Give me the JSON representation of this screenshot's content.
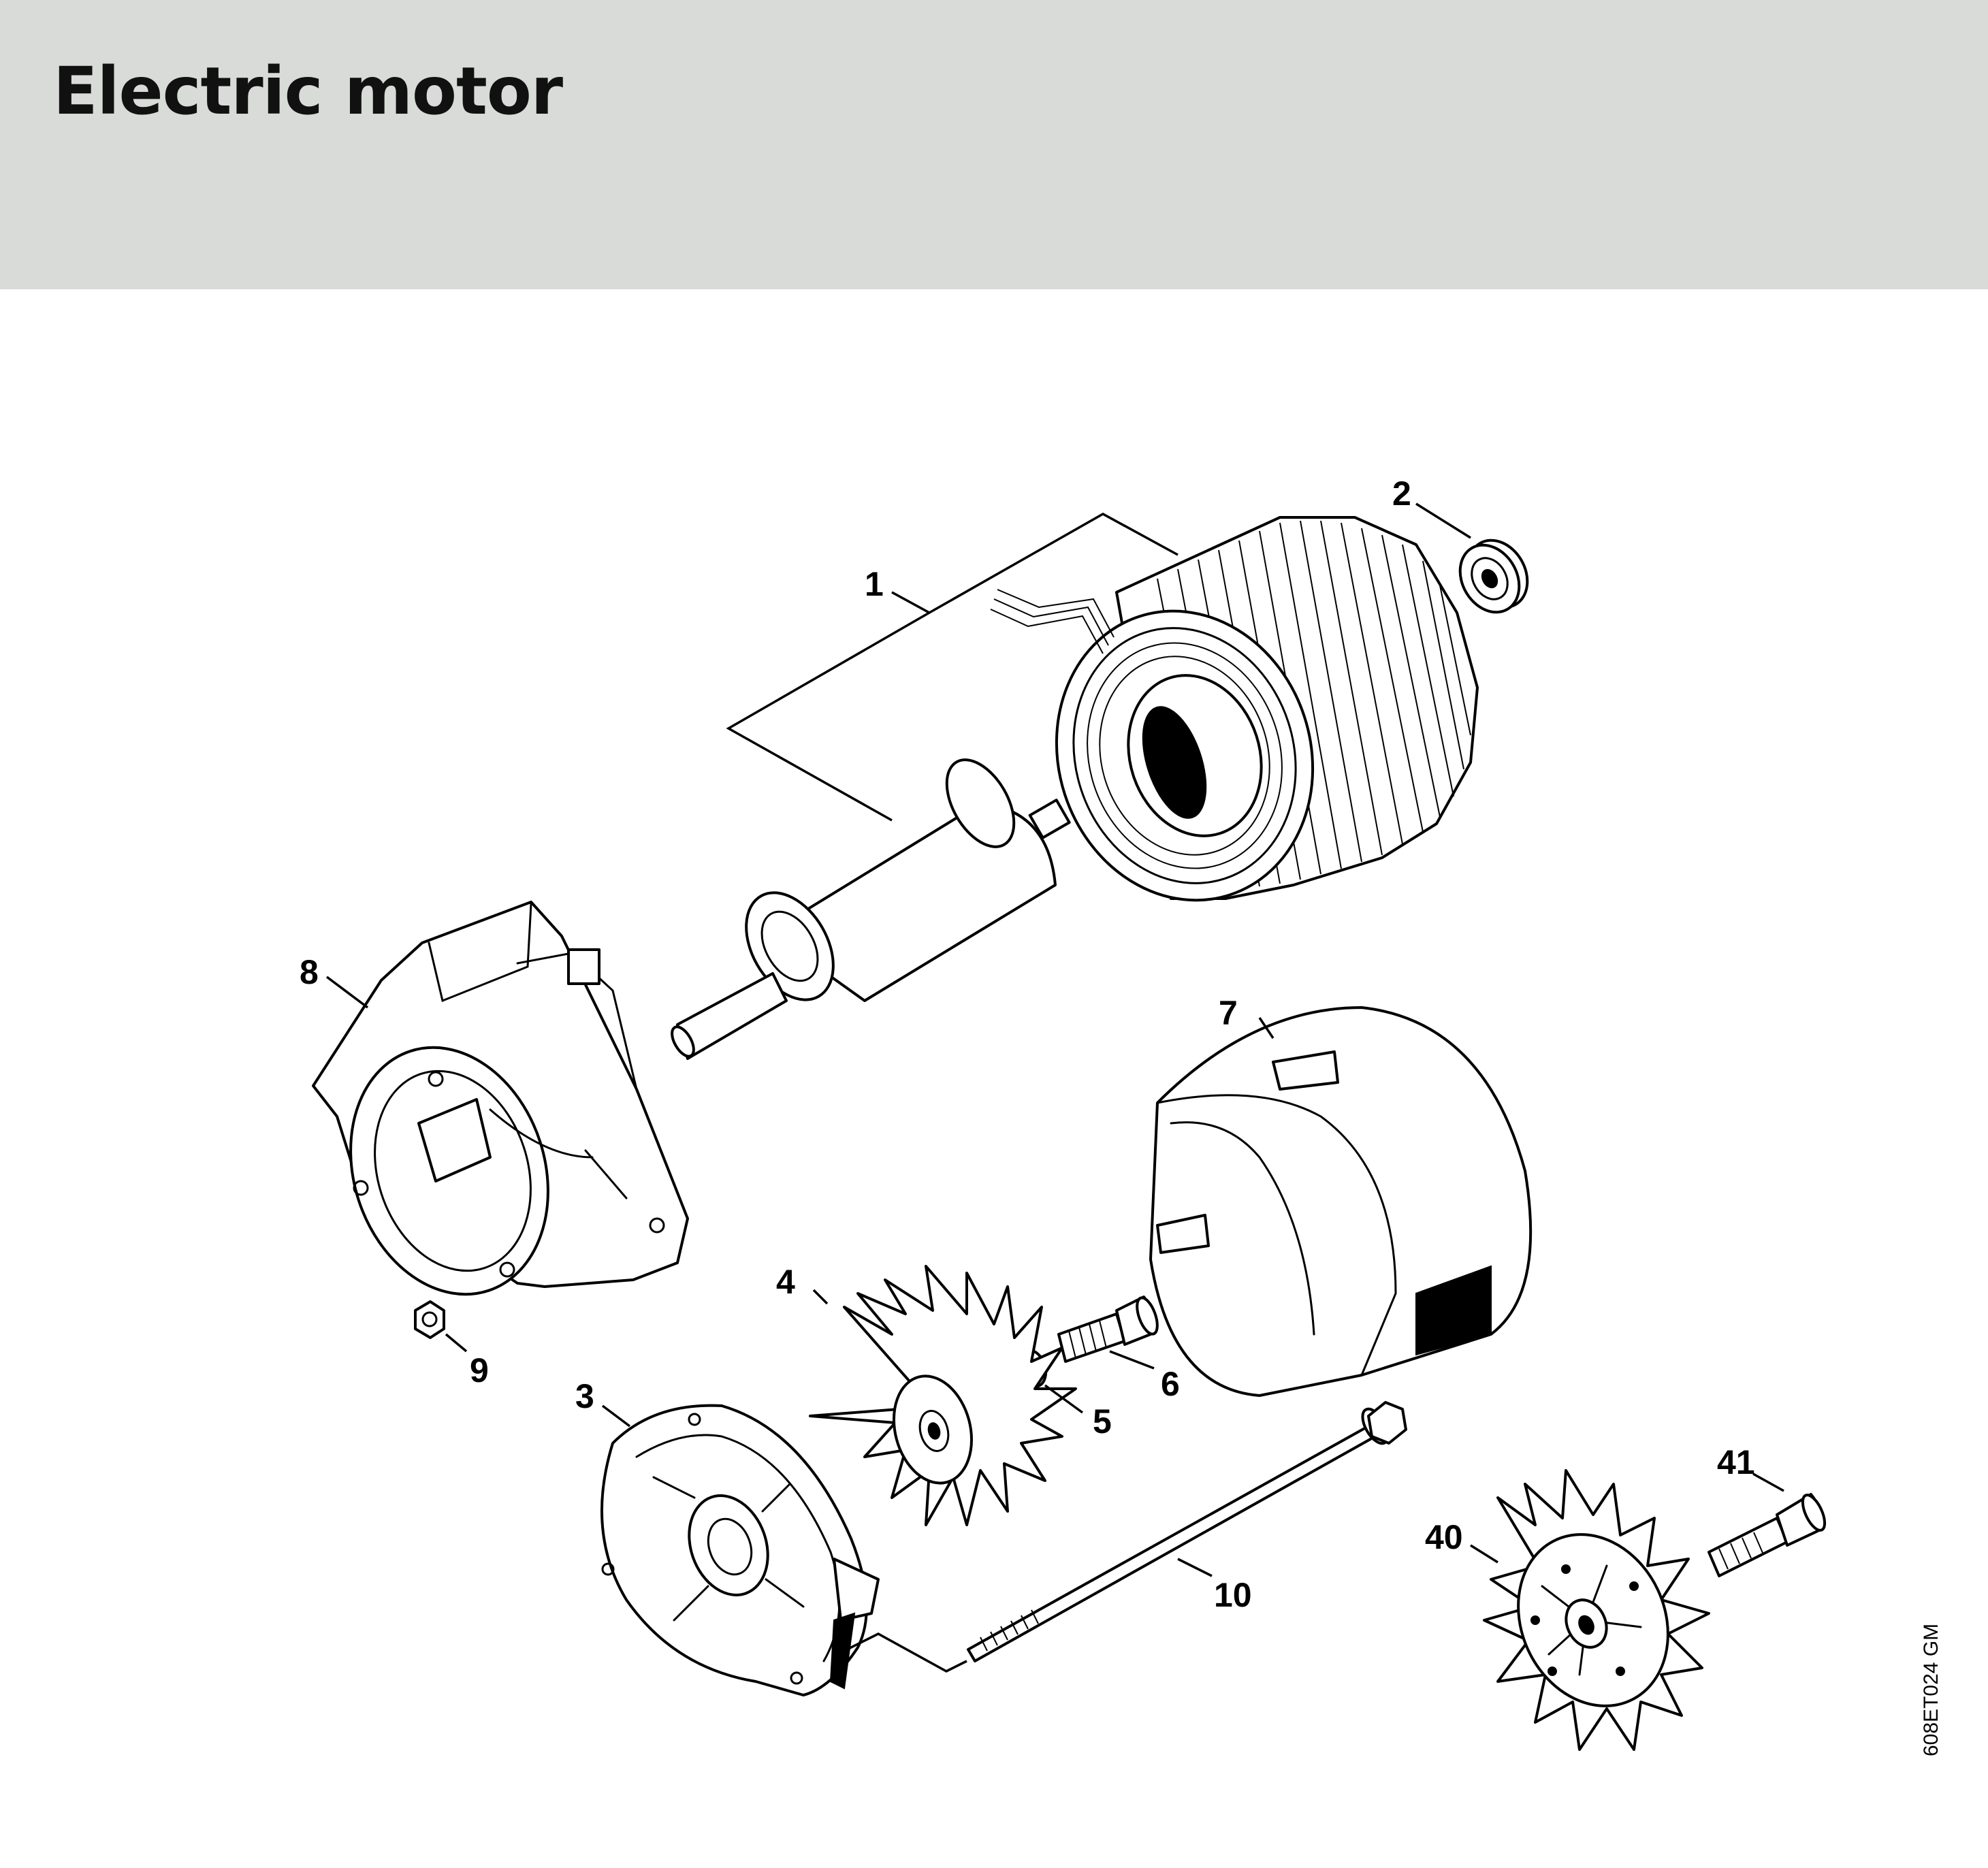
{
  "header": {
    "title": "Electric motor",
    "background_color": "#d9dbd9"
  },
  "diagram": {
    "callouts": [
      {
        "id": "c1",
        "label": "1"
      },
      {
        "id": "c2",
        "label": "2"
      },
      {
        "id": "c3",
        "label": "3"
      },
      {
        "id": "c4",
        "label": "4"
      },
      {
        "id": "c5",
        "label": "5"
      },
      {
        "id": "c6",
        "label": "6"
      },
      {
        "id": "c7",
        "label": "7"
      },
      {
        "id": "c8",
        "label": "8"
      },
      {
        "id": "c9",
        "label": "9"
      },
      {
        "id": "c10",
        "label": "10"
      },
      {
        "id": "c40",
        "label": "40"
      },
      {
        "id": "c41",
        "label": "41"
      }
    ],
    "reference_code": "608ET024 GM"
  }
}
